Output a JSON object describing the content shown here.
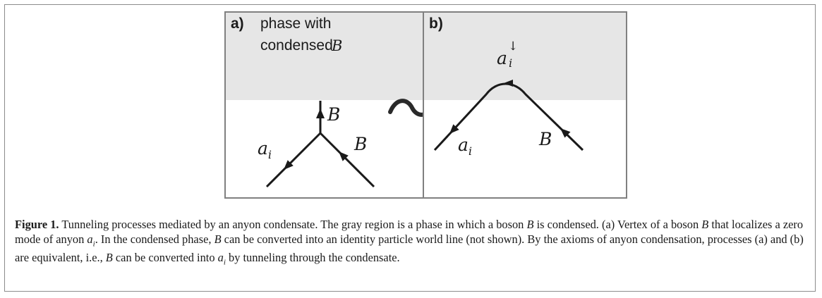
{
  "figure": {
    "panel_a": {
      "label": "a)",
      "region_text_line1": "phase with",
      "region_text_line2": "condensed",
      "condensed_particle": "B",
      "labels": {
        "top": "B",
        "left": "a",
        "left_sub": "i",
        "right": "B"
      }
    },
    "tilde": "~",
    "panel_b": {
      "label": "b)",
      "labels": {
        "top": "a",
        "top_sub": "i",
        "top_sup": "↓",
        "left": "a",
        "left_sub": "i",
        "right": "B"
      }
    },
    "colors": {
      "condensed_region": "#e6e6e6",
      "border": "#808080",
      "line": "#1a1a1a"
    }
  },
  "caption": {
    "prefix": "Figure 1.",
    "s1": "Tunneling processes mediated by an anyon condensate. The gray region is a phase in which a boson ",
    "s1_B": "B",
    "s1_end": " is condensed. (a) Vertex of a boson ",
    "s2_B": "B",
    "s2": " that localizes a zero mode of anyon ",
    "s2_a": "a",
    "s2_a_sub": "i",
    "s2_end": ". In the condensed phase, ",
    "s3_B": "B",
    "s3": " can be converted into an identity particle world line (not shown). By the axioms of anyon condensation, processes (a) and (b) are equivalent, i.e., ",
    "s4_B": "B",
    "s4": " can be converted into ",
    "s4_a": "a",
    "s4_a_sub": "i",
    "s4_end": " by tunneling through the condensate."
  }
}
